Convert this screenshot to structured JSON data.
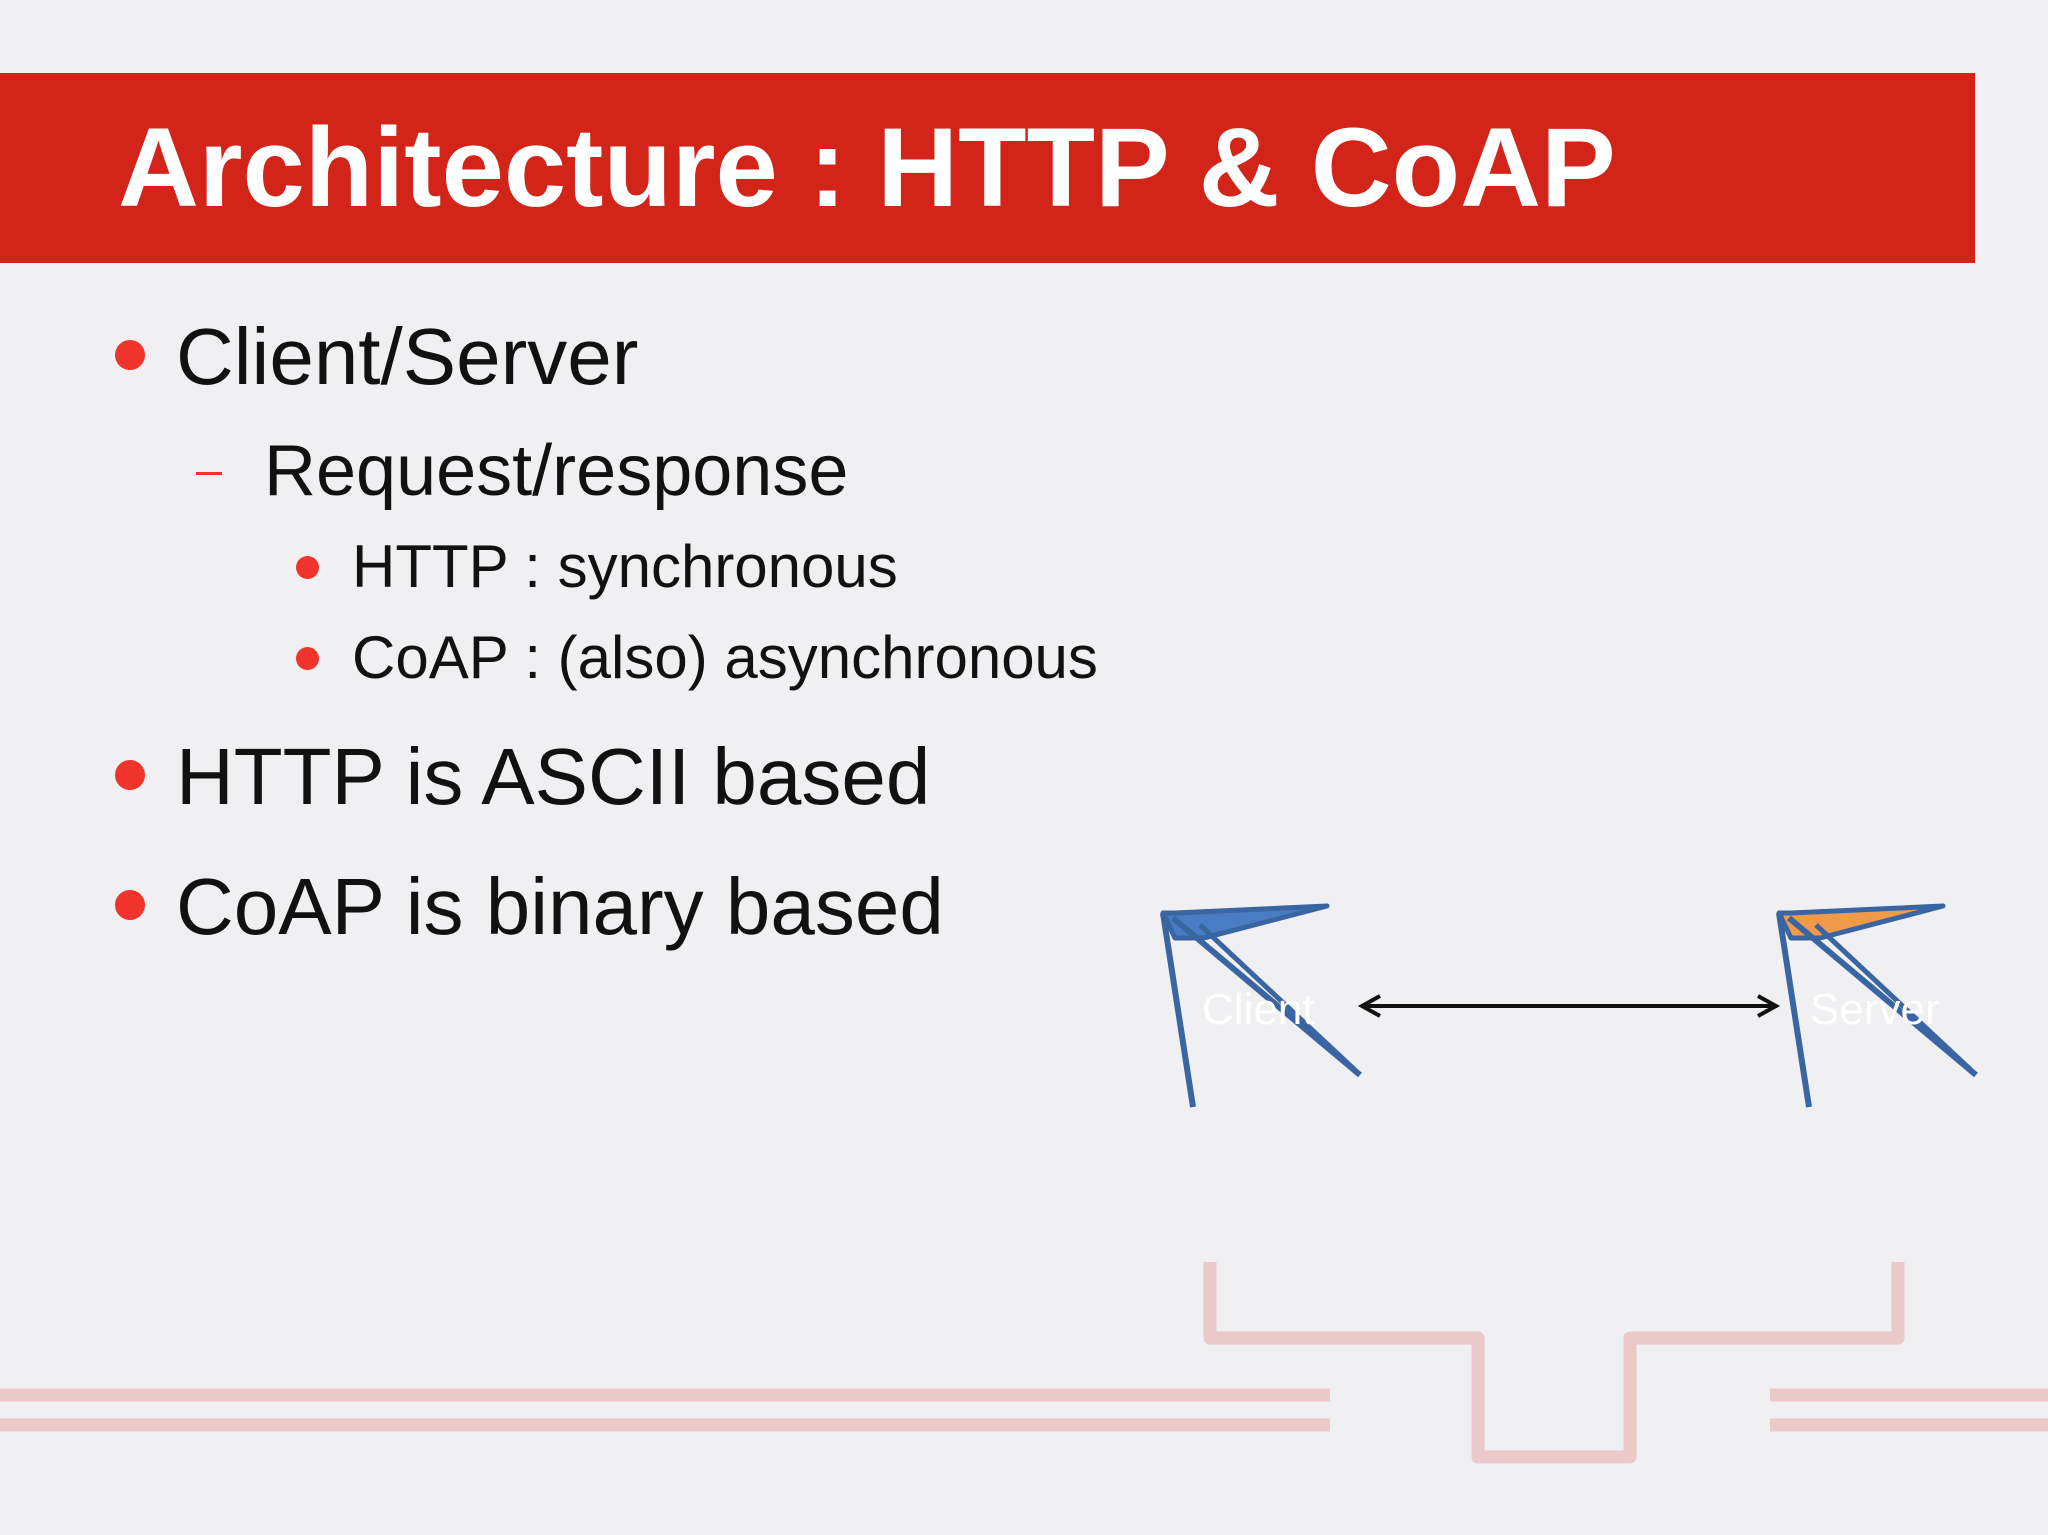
{
  "slide": {
    "title": "Architecture : HTTP & CoAP",
    "bullets": [
      {
        "text": "Client/Server",
        "level": 1
      },
      {
        "text": "Request/response",
        "level": 2
      },
      {
        "text": "HTTP : synchronous",
        "level": 3
      },
      {
        "text": "CoAP : (also) asynchronous",
        "level": 3
      },
      {
        "text": "HTTP is ASCII based",
        "level": 1
      },
      {
        "text": "CoAP is binary based",
        "level": 1
      }
    ]
  },
  "diagram": {
    "client_label": "Client",
    "server_label": "Server"
  },
  "colors": {
    "title_bar": "#d22419",
    "bullet": "#f0332b",
    "client_fill": "#4a7cc4",
    "server_fill": "#f19a4a",
    "outline": "#3a65a3",
    "decor": "#ecc9c9"
  }
}
